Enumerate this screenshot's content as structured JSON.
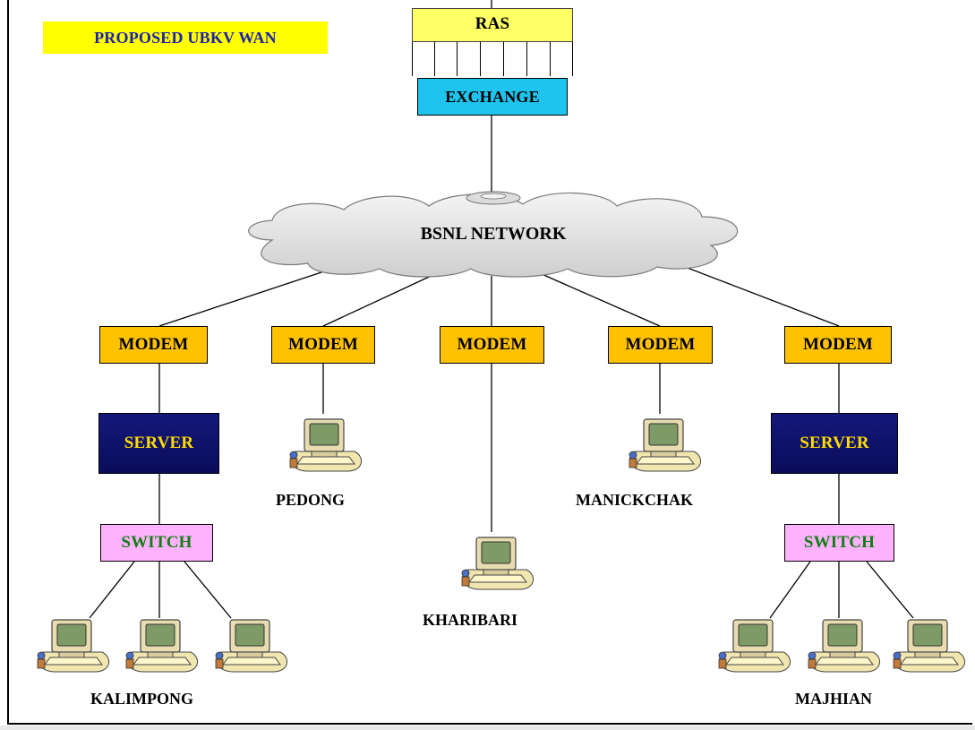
{
  "diagram": {
    "title": "PROPOSED UBKV WAN",
    "ras_label": "RAS",
    "exchange_label": "EXCHANGE",
    "cloud_label": "BSNL NETWORK",
    "modem_label": "MODEM",
    "server_label": "SERVER",
    "switch_label": "SWITCH",
    "sites": [
      {
        "name": "KALIMPONG",
        "has_server": true,
        "workstations": 3
      },
      {
        "name": "PEDONG",
        "has_server": false,
        "workstations": 1
      },
      {
        "name": "KHARIBARI",
        "has_server": false,
        "workstations": 1
      },
      {
        "name": "MANICKCHAK",
        "has_server": false,
        "workstations": 1
      },
      {
        "name": "MAJHIAN",
        "has_server": true,
        "workstations": 3
      }
    ]
  },
  "colors": {
    "title_bg": "#ffff00",
    "title_text": "#1e22a8",
    "ras_bg": "#ffff66",
    "exchange_bg": "#1fc4ee",
    "modem_bg": "#ffc200",
    "server_bg": "#0a0c5a",
    "server_text": "#ffdc00",
    "switch_bg": "#ffb3ff",
    "switch_text": "#127d12"
  },
  "icons": {
    "workstation": "computer-workstation-icon",
    "cloud": "network-cloud-icon"
  }
}
